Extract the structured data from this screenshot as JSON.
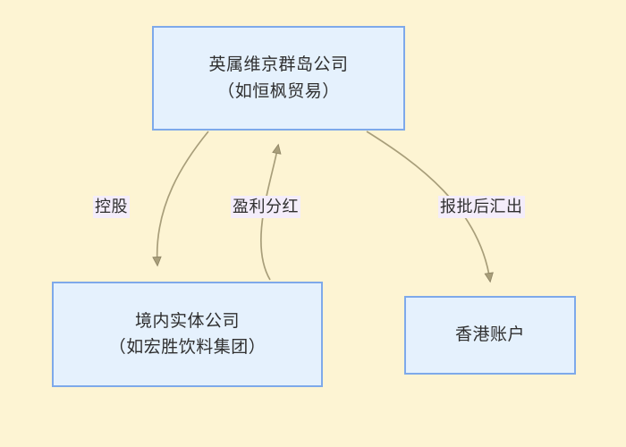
{
  "diagram": {
    "background_color": "#fdf4d3",
    "node_fill": "#e5f1fd",
    "node_border": "#7ea9ea",
    "edge_color": "#a89e7a",
    "label_background": "#f4edfa",
    "text_color": "#2f2f2f",
    "nodes": [
      {
        "id": "bvi",
        "line1": "英属维京群岛公司",
        "line2": "（如恒枫贸易）"
      },
      {
        "id": "domestic",
        "line1": "境内实体公司",
        "line2": "（如宏胜饮料集团）"
      },
      {
        "id": "hk",
        "line1": "香港账户",
        "line2": ""
      }
    ],
    "edges": [
      {
        "id": "holding",
        "label": "控股",
        "from": "bvi",
        "to": "domestic"
      },
      {
        "id": "dividend",
        "label": "盈利分红",
        "from": "domestic",
        "to": "bvi"
      },
      {
        "id": "remit",
        "label": "报批后汇出",
        "from": "bvi",
        "to": "hk"
      }
    ]
  }
}
